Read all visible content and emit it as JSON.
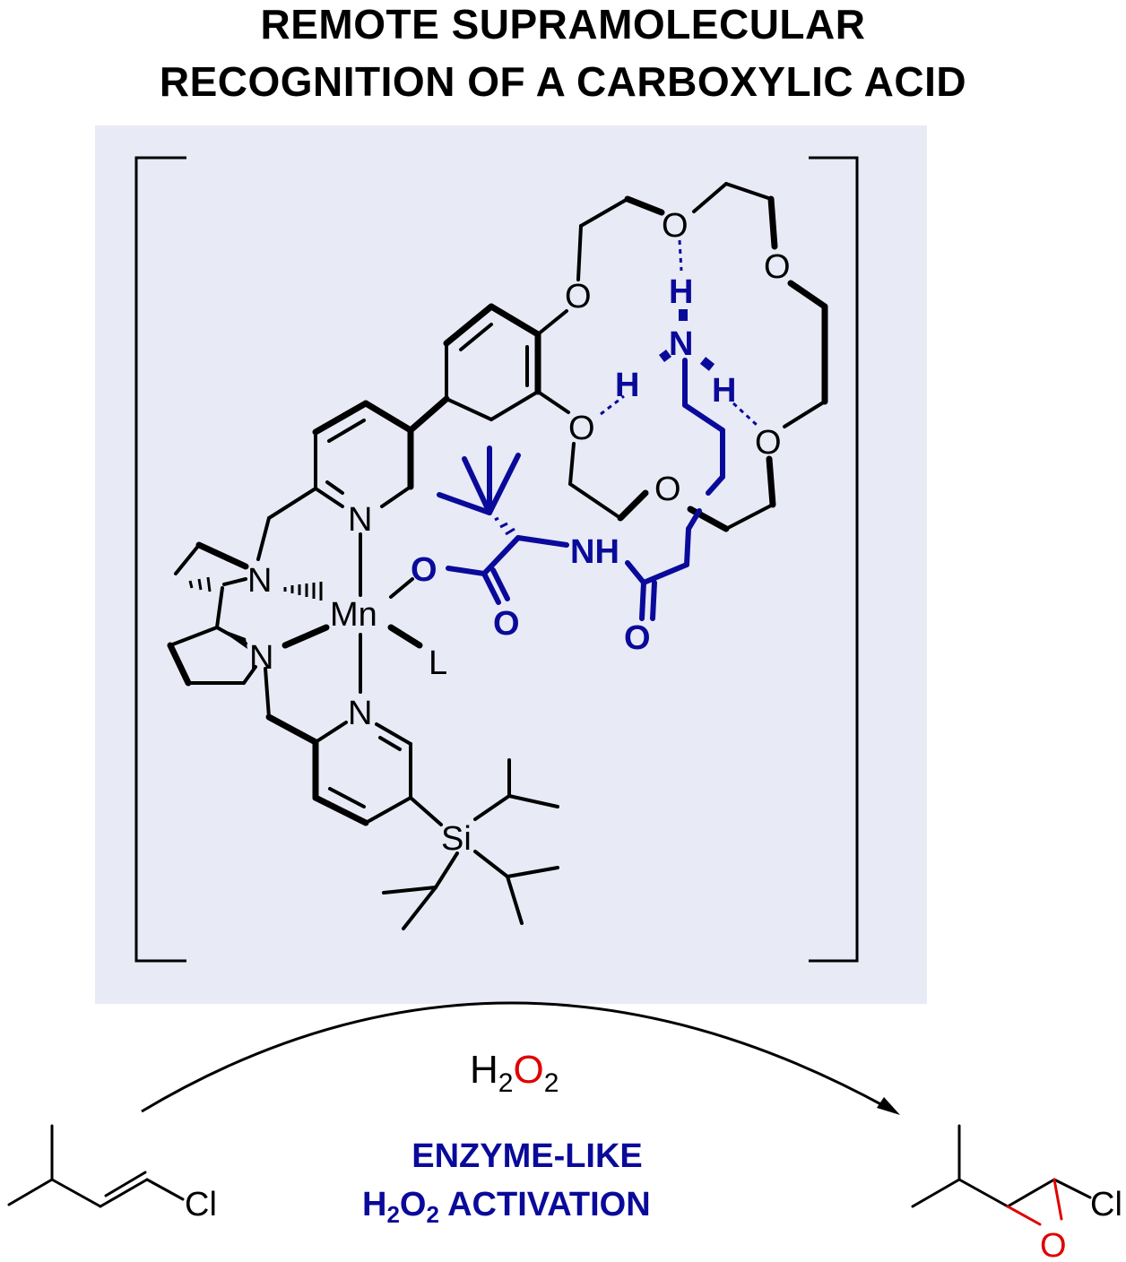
{
  "title": {
    "line1": "REMOTE SUPRAMOLECULAR",
    "line2": "RECOGNITION OF A CARBOXYLIC ACID"
  },
  "colors": {
    "panel": "#e8eaf6",
    "black": "#000000",
    "blue": "#0a0a9a",
    "red": "#e00000"
  },
  "atoms": {
    "manganese": "Mn",
    "ligand": "L",
    "nitrogen": "N",
    "oxygen": "O",
    "silicon": "Si",
    "hydrogen": "H",
    "amide_nh": "NH",
    "chlorine": "Cl"
  },
  "reagent": {
    "h": "H",
    "o": "O",
    "sub": "2"
  },
  "caption": {
    "line1": "ENZYME-LIKE",
    "line2_prefix": "H",
    "line2_o": "O",
    "line2_sub": "2",
    "line2_suffix": " ACTIVATION"
  }
}
